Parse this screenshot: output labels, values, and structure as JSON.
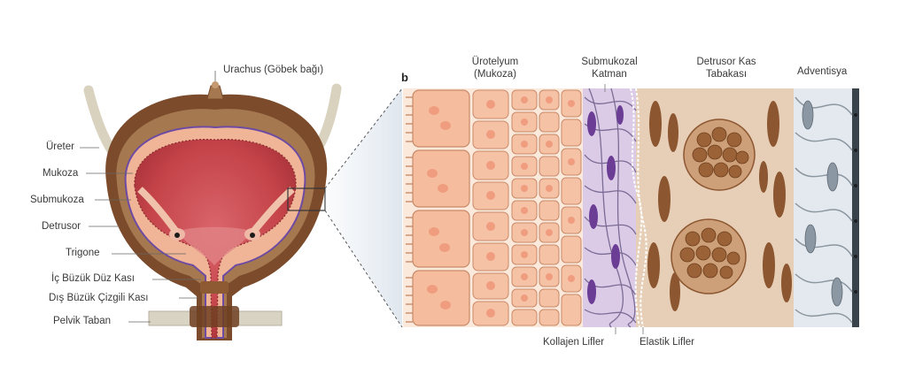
{
  "panel_letter": "b",
  "left_labels": {
    "urachus": "Urachus (Göbek bağı)",
    "ureter": "Üreter",
    "mukoza": "Mukoza",
    "submukoza": "Submukoza",
    "detrusor": "Detrusor",
    "trigone": "Trigone",
    "ic_buzuk": "İç Büzük Düz Kası",
    "dis_buzuk": "Dış Büzük Çizgili Kası",
    "pelvik": "Pelvik Taban"
  },
  "right_labels": {
    "urotelyum_1": "Ürotelyum",
    "urotelyum_2": "(Mukoza)",
    "submukozal_1": "Submukozal",
    "submukozal_2": "Katman",
    "detrusor_kas_1": "Detrusor Kas",
    "detrusor_kas_2": "Tabakası",
    "adventisya": "Adventisya",
    "kollajen": "Kollajen Lifler",
    "elastik": "Elastik Lifler"
  },
  "colors": {
    "bladder_outer": "#7a4a2a",
    "bladder_wall": "#a8784e",
    "mucosa": "#f2b79a",
    "lumen": "#c9474b",
    "submucosa_line": "#6b4aa0",
    "urothelium": "#f6c4a6",
    "submucosa_bg": "#d9c8e6",
    "detrusor_bg": "#e3cbb2",
    "muscle_cell": "#8a5530",
    "adventitia_bg": "#dfe6ec"
  }
}
